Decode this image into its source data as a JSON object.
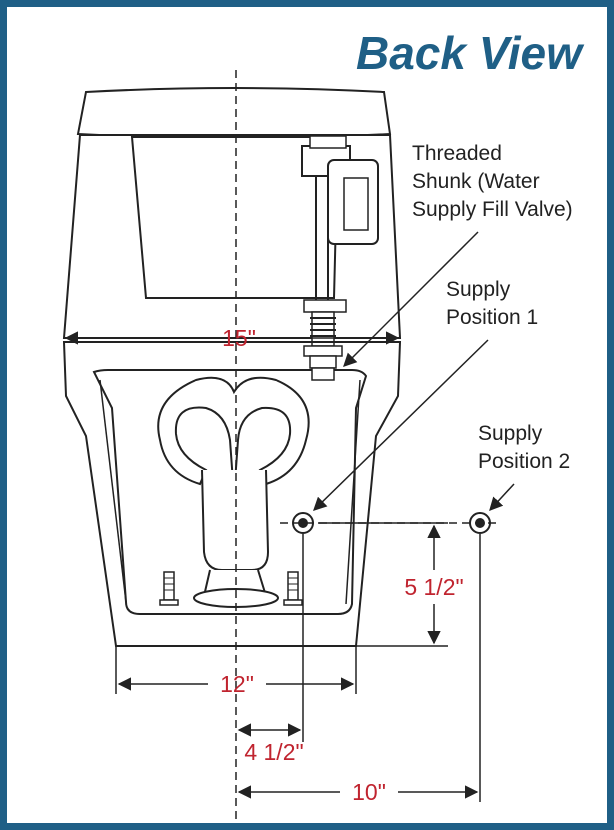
{
  "title": "Back View",
  "callouts": {
    "threaded_line1": "Threaded",
    "threaded_line2": "Shunk (Water",
    "threaded_line3": "Supply Fill Valve)",
    "supply1_line1": "Supply",
    "supply1_line2": "Position 1",
    "supply2_line1": "Supply",
    "supply2_line2": "Position 2"
  },
  "dimensions": {
    "tank_width": "15\"",
    "rough_height": "5 1/2\"",
    "base_width": "12\"",
    "offset_1": "4 1/2\"",
    "offset_2": "10\""
  },
  "colors": {
    "frame": "#1f5f86",
    "title": "#1f5f86",
    "dimension_text": "#c0242f",
    "line_art": "#222222"
  }
}
